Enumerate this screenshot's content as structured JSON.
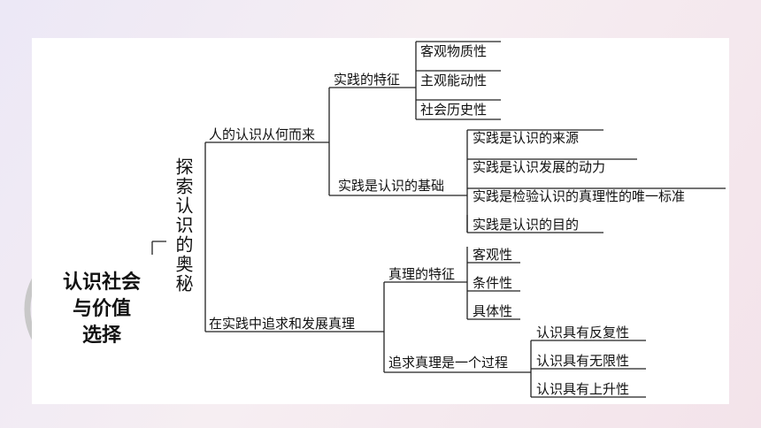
{
  "badge": {
    "title": "认识社会\n与价值\n选择"
  },
  "section_title": "探索认识的奥秘",
  "branches": [
    {
      "label": "人的认识从何而来",
      "sub": [
        {
          "label": "实践的特征",
          "leaves": [
            "客观物质性",
            "主观能动性",
            "社会历史性"
          ]
        },
        {
          "label": "实践是认识的基础",
          "leaves": [
            "实践是认识的来源",
            "实践是认识发展的动力",
            "实践是检验认识的真理性的唯一标准",
            "实践是认识的目的"
          ]
        }
      ]
    },
    {
      "label": "在实践中追求和发展真理",
      "sub": [
        {
          "label": "真理的特征",
          "leaves": [
            "客观性",
            "条件性",
            "具体性"
          ]
        },
        {
          "label": "追求真理是一个过程",
          "leaves": [
            "认识具有反复性",
            "认识具有无限性",
            "认识具有上升性"
          ]
        }
      ]
    }
  ]
}
